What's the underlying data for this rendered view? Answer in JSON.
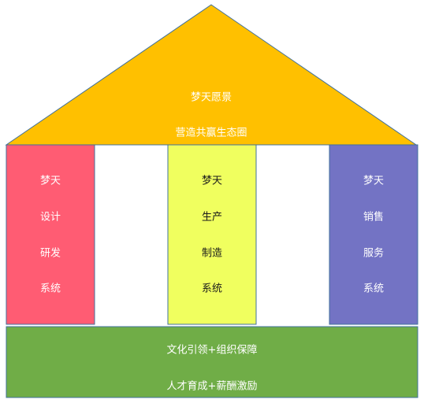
{
  "roof": {
    "line1": "梦天愿景",
    "line2": "营造共赢生态圈",
    "color": "#ffc000"
  },
  "pillars": [
    {
      "lines": [
        "梦天",
        "设计",
        "研发",
        "系统"
      ],
      "color": "#ff5c73",
      "text_color": "#ffffff"
    },
    {
      "lines": [
        "梦天",
        "生产",
        "制造",
        "系统"
      ],
      "color": "#f0ff5f",
      "text_color": "#1a1a1a"
    },
    {
      "lines": [
        "梦天",
        "销售",
        "服务",
        "系统"
      ],
      "color": "#7373c4",
      "text_color": "#ffffff"
    }
  ],
  "foundation": {
    "line1": "文化引领+组织保障",
    "line2": "人才育成+薪酬激励",
    "color": "#70ad47"
  },
  "outline_color": "#41719c"
}
